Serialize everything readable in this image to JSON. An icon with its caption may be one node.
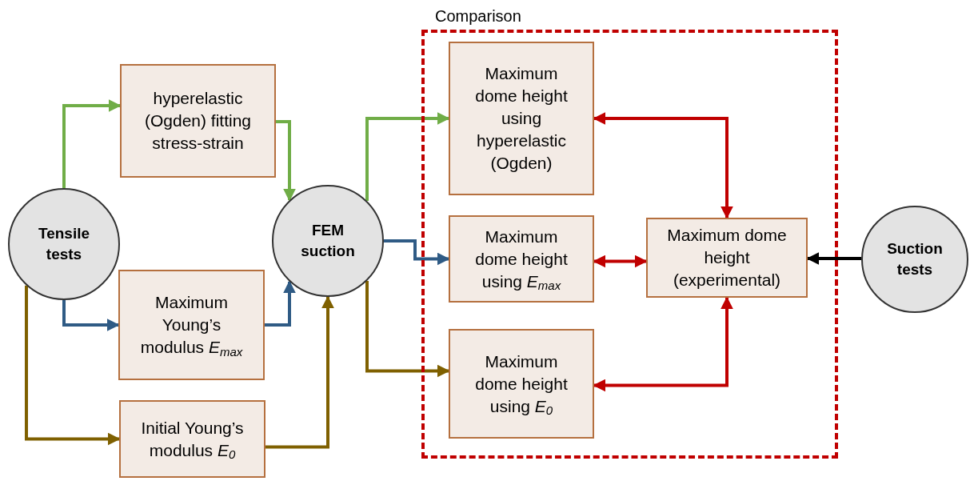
{
  "diagram": {
    "nodes": [
      {
        "text": [
          "Tensile tests"
        ]
      },
      {
        "text": [
          "hyperelastic (Ogden) fitting stress-strain"
        ]
      },
      {
        "text": [
          "Maximum Young’s modulus *E*$_{max}$"
        ]
      },
      {
        "text": [
          "Initial Young’s modulus *E*$_{0}$"
        ]
      },
      {
        "text": [
          "FEM suction"
        ]
      },
      {
        "text": [
          "Comparison"
        ]
      },
      {
        "text": [
          "Maximum dome height using hyperelastic (Ogden)"
        ],
        "in": 5
      },
      {
        "text": [
          "Maximum dome height using *E*$_{max}$"
        ],
        "in": 5
      },
      {
        "text": [
          "Maximum dome height using *E*$_{0}$"
        ],
        "in": 5
      },
      {
        "text": [
          "Maximum dome height (experimental)"
        ],
        "in": 5
      },
      {
        "text": [
          "Suction tests"
        ]
      }
    ],
    "edges": [
      {
        "from": 0,
        "to": 1,
        "arrow": "to",
        "color": "#70ad47"
      },
      {
        "from": 1,
        "to": 4,
        "arrow": "to",
        "color": "#70ad47"
      },
      {
        "from": 4,
        "to": 6,
        "arrow": "to",
        "color": "#70ad47"
      },
      {
        "from": 0,
        "to": 2,
        "arrow": "to",
        "color": "#2f5b85"
      },
      {
        "from": 2,
        "to": 4,
        "arrow": "to",
        "color": "#2f5b85"
      },
      {
        "from": 4,
        "to": 7,
        "arrow": "to",
        "color": "#2f5b85"
      },
      {
        "from": 0,
        "to": 3,
        "arrow": "to",
        "color": "#7f6000"
      },
      {
        "from": 3,
        "to": 4,
        "arrow": "to",
        "color": "#7f6000"
      },
      {
        "from": 4,
        "to": 8,
        "arrow": "to",
        "color": "#7f6000"
      },
      {
        "from": 9,
        "to": 6,
        "arrow": "both",
        "color": "#c00000"
      },
      {
        "from": 7,
        "to": 9,
        "arrow": "both",
        "color": "#c00000"
      },
      {
        "from": 8,
        "to": 9,
        "arrow": "both",
        "color": "#c00000"
      },
      {
        "from": 10,
        "to": 9,
        "arrow": "to",
        "color": "#000000"
      }
    ]
  }
}
